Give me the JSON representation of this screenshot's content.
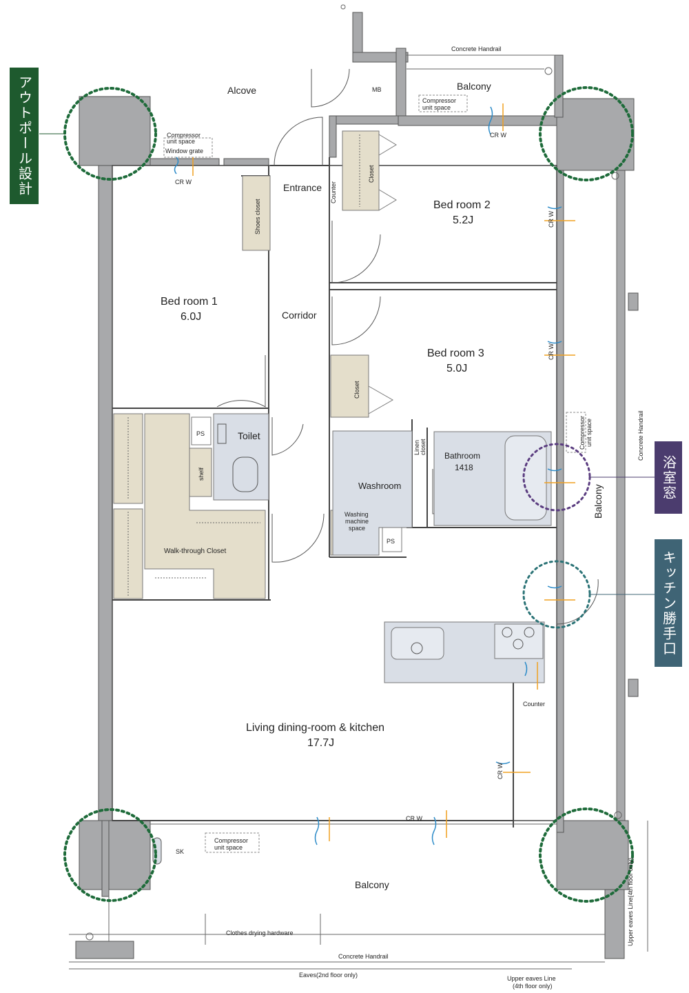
{
  "rooms": {
    "alcove": "Alcove",
    "mb": "MB",
    "balcony_top": "Balcony",
    "compressor_top": [
      "Compressor",
      "unit space"
    ],
    "compressor_left": [
      "Compressor",
      "unit space"
    ],
    "window_grate": "Window grate",
    "crw": "CR W",
    "entrance": "Entrance",
    "counter": "Counter",
    "closet": "Closet",
    "shoes_closet": "Shoes closet",
    "bedroom2": [
      "Bed room 2",
      "5.2J"
    ],
    "bedroom1": [
      "Bed room 1",
      "6.0J"
    ],
    "corridor": "Corridor",
    "bedroom3": [
      "Bed room 3",
      "5.0J"
    ],
    "closet3": "Closet",
    "ps": "PS",
    "toilet": "Toilet",
    "shelf": "shelf",
    "linen_closet": [
      "Linen",
      "closet"
    ],
    "bathroom": [
      "Bathroom",
      "1418"
    ],
    "washroom": "Washroom",
    "washing_machine": [
      "Washing",
      "machine",
      "space"
    ],
    "ps2": "PS",
    "walk_through": "Walk-through Closet",
    "compressor_right": [
      "Compressor",
      "unit space"
    ],
    "concrete_handrail_right": "Concrete Handrail",
    "balcony_right": "Balcony",
    "counter_kitchen": "Counter",
    "ldk": [
      "Living dining-room & kitchen",
      "17.7J"
    ],
    "crw_bottom": "CR W",
    "compressor_bottom": [
      "Compressor",
      "unit space"
    ],
    "sk": "SK",
    "balcony_bottom": "Balcony",
    "clothes_drying": "Clothes drying hardware",
    "concrete_handrail_bottom": "Concrete Handrail",
    "concrete_handrail_top": "Concrete Handrail",
    "eaves": "Eaves(2nd  floor only)",
    "upper_eaves": [
      "Upper eaves Line",
      "(4th floor only)"
    ],
    "upper_eaves_right": "Upper eaves Line(4th floor only)"
  },
  "tags": {
    "outpole": "アウトポール設計",
    "bath_window": "浴室窓",
    "kitchen_door": "キッチン勝手口"
  },
  "colors": {
    "wall": "#a8a9ab",
    "closet": "#e4decb",
    "wet": "#d9dee6",
    "green": "#1e5a2e",
    "purple": "#4b3c6e",
    "teal": "#3f6475",
    "dot_green": "#1e6b3a",
    "dot_purple": "#5b3d80",
    "dot_teal": "#2b7376"
  }
}
